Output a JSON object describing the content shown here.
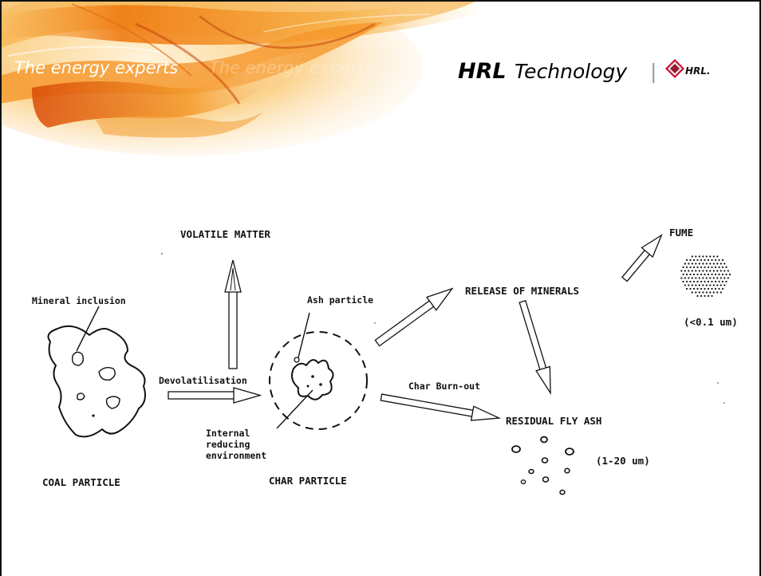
{
  "header": {
    "tagline": "The energy experts",
    "tagline_ghost": "The energy experts",
    "logo": {
      "brand_bold": "HRL",
      "brand_light": "Technology",
      "divider": "|",
      "mark_text": "HRL."
    }
  },
  "diagram": {
    "labels": {
      "volatile_matter": "VOLATILE MATTER",
      "fume": "FUME",
      "mineral_inclusion": "Mineral inclusion",
      "ash_particle": "Ash particle",
      "release_of_minerals": "RELEASE OF MINERALS",
      "fume_size": "(<0.1 um)",
      "devolatilisation": "Devolatilisation",
      "char_burnout": "Char Burn-out",
      "residual_fly_ash": "RESIDUAL FLY ASH",
      "internal_line1": "Internal",
      "internal_line2": "reducing",
      "internal_line3": "environment",
      "fly_ash_size": "(1-20 um)",
      "coal_particle": "COAL PARTICLE",
      "char_particle": "CHAR PARTICLE"
    }
  },
  "colors": {
    "background": "#ffffff",
    "flame_light": "#fde7c0",
    "flame_mid": "#f6a531",
    "flame_deep": "#e0520c",
    "ink": "#111111"
  },
  "icons": {
    "logo_mark": "hrl-diamond-logo-icon"
  }
}
